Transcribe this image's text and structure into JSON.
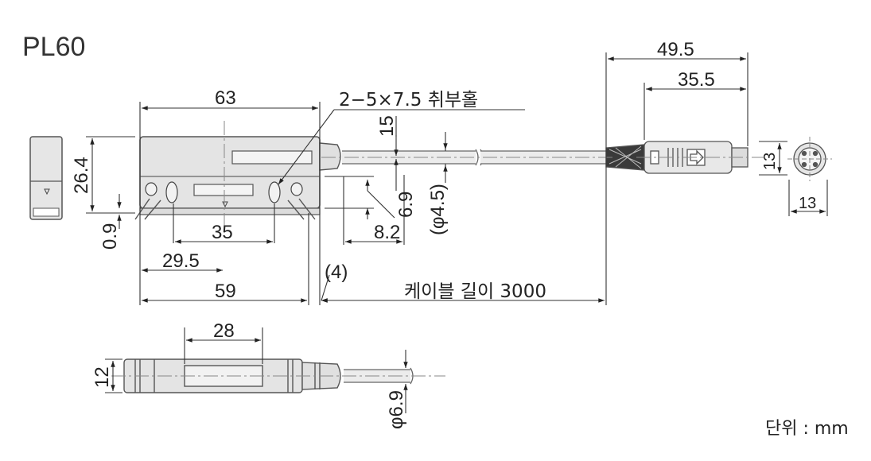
{
  "title": "PL60",
  "unit_label": "단위 : mm",
  "mounting_hole_label": "2−5×7.5  취부홀",
  "cable_length_label": "케이블 길이 3000",
  "dimensions": {
    "d63": "63",
    "d26_4": "26.4",
    "d15": "15",
    "d0_9": "0.9",
    "d35": "35",
    "d29_5": "29.5",
    "d59": "59",
    "d6_9": "6.9",
    "d8_2": "8.2",
    "dphi4_5": "(φ4.5)",
    "d4": "(4)",
    "d49_5": "49.5",
    "d35_5": "35.5",
    "d13_h": "13",
    "d13_w": "13",
    "d28": "28",
    "d12": "12",
    "dphi6_9": "φ6.9"
  }
}
